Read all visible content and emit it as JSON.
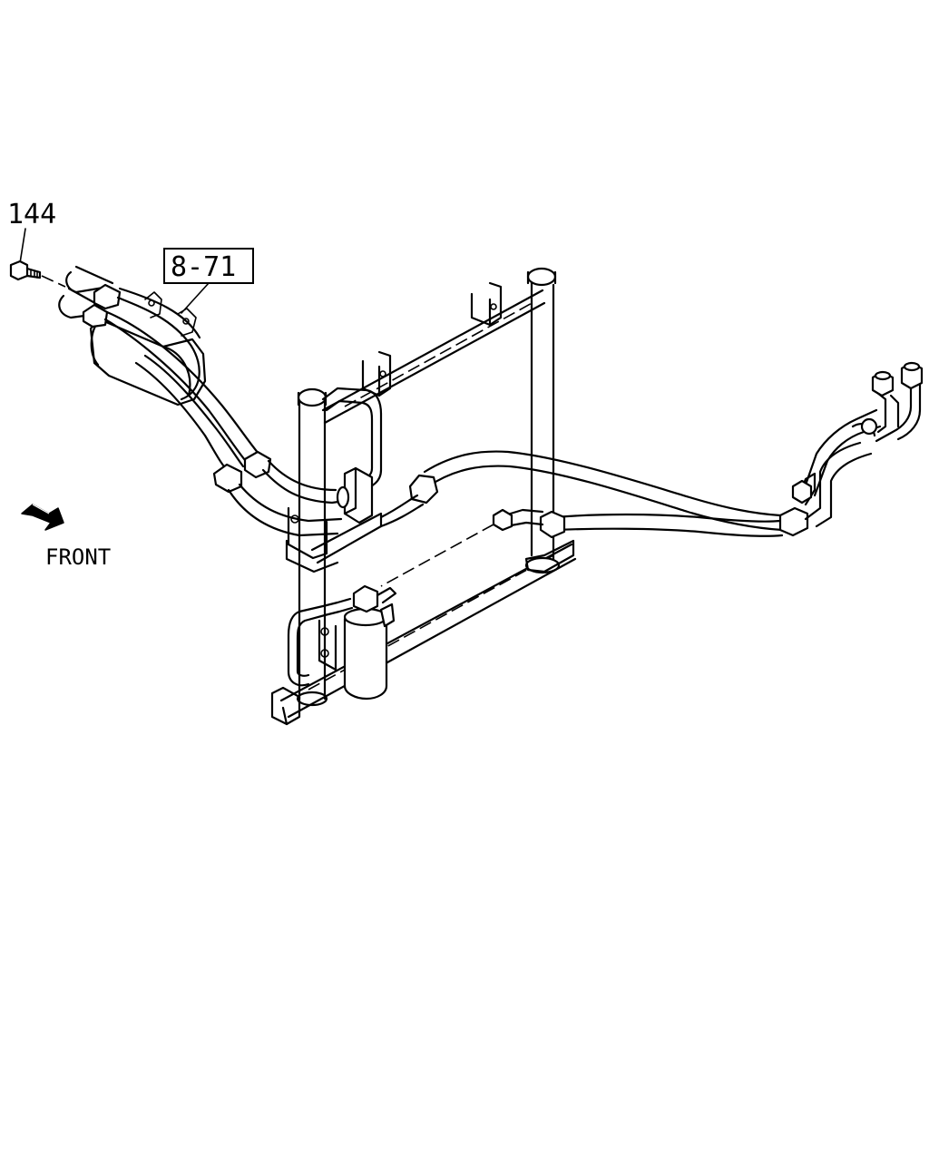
{
  "callouts": {
    "bolt_part_number": "144",
    "reference_part_number": "8-71"
  },
  "direction": {
    "label": "FRONT",
    "icon": "front-arrow-icon"
  },
  "colors": {
    "line": "#000000",
    "background": "#ffffff"
  }
}
